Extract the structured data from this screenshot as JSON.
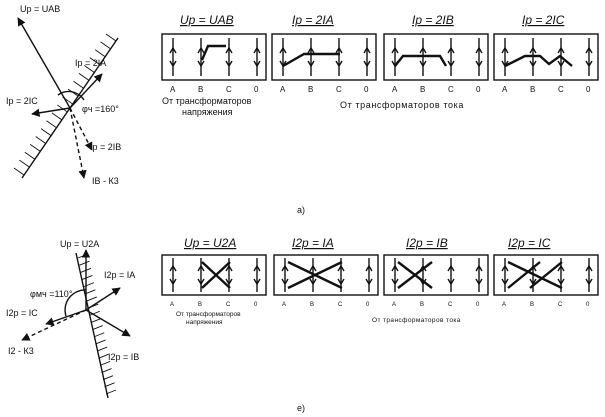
{
  "panel_a": {
    "figure_label": "а)",
    "vectors": {
      "u_ab": "Up = UAB",
      "i_a": "Ip = 2IA",
      "i_c": "Ip = 2IC",
      "i_b": "Ip = 2IB",
      "angle": "φч =160°",
      "i_b_k3": "IB - К3"
    },
    "blocks": [
      {
        "header": "Up = UAB",
        "terminals": [
          "A",
          "B",
          "C",
          "0"
        ]
      },
      {
        "header": "Ip = 2IA",
        "terminals": [
          "A",
          "B",
          "C",
          "0"
        ]
      },
      {
        "header": "Ip = 2IB",
        "terminals": [
          "A",
          "B",
          "C",
          "0"
        ]
      },
      {
        "header": "Ip = 2IC",
        "terminals": [
          "A",
          "B",
          "C",
          "0"
        ]
      }
    ],
    "caption_voltage_1": "От трансформаторов",
    "caption_voltage_2": "напряжения",
    "caption_current": "От трансформаторов тока"
  },
  "panel_e": {
    "figure_label": "е)",
    "vectors": {
      "u_2a": "Up = U2A",
      "i_a": "I2p = IA",
      "i_c": "I2p = IC",
      "angle": "φмч =110°",
      "i_k3": "I2 - К3",
      "i_b": "I2p = IB"
    },
    "blocks": [
      {
        "header": "Up = U2A",
        "terminals": [
          "A",
          "B",
          "C",
          "0"
        ]
      },
      {
        "header": "I2p = IA",
        "terminals": [
          "A",
          "B",
          "C",
          "0"
        ]
      },
      {
        "header": "I2p = IB",
        "terminals": [
          "A",
          "B",
          "C",
          "0"
        ]
      },
      {
        "header": "I2p = IC",
        "terminals": [
          "A",
          "B",
          "C",
          "0"
        ]
      }
    ],
    "caption_voltage_1": "От трансформаторов",
    "caption_voltage_2": "напряжения",
    "caption_current": "От трансформаторов тока"
  }
}
